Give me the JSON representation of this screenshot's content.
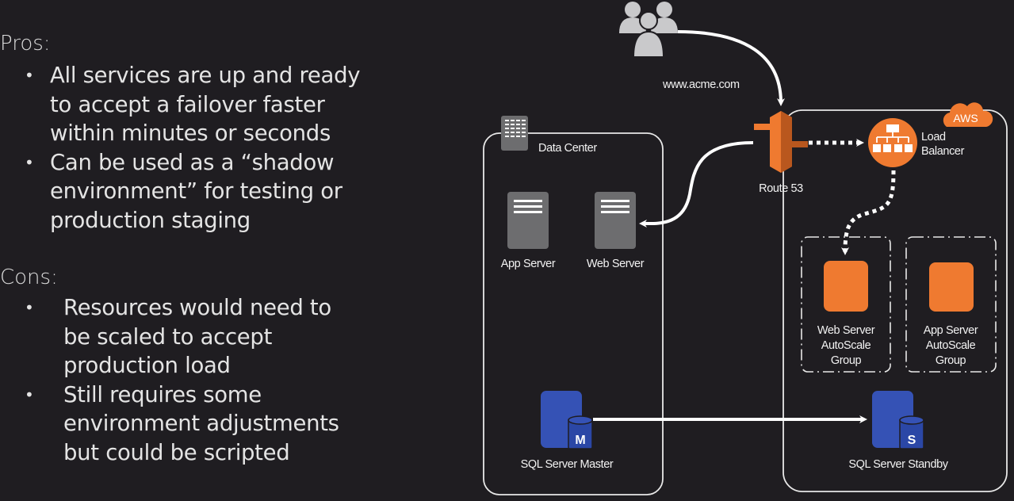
{
  "slide": {
    "pros": {
      "heading": "Pros:",
      "items": [
        {
          "lines": [
            "All services are up and ready",
            "to accept a failover faster",
            "within minutes or seconds"
          ]
        },
        {
          "lines": [
            "Can be used as a “shadow",
            "environment” for testing or",
            "production staging"
          ]
        }
      ]
    },
    "cons": {
      "heading": "Cons:",
      "items": [
        {
          "lines": [
            "Resources would need to",
            "be scaled to accept",
            "production load"
          ]
        },
        {
          "lines": [
            "Still requires some",
            "environment adjustments",
            "but could be scripted"
          ]
        }
      ]
    },
    "bullet_glyph": "•"
  },
  "diagram": {
    "users_label": "www.acme.com",
    "data_center": {
      "label": "Data Center",
      "app_server": "App Server",
      "web_server": "Web Server",
      "sql_master": "SQL Server Master",
      "sql_master_badge": "M"
    },
    "route53": "Route 53",
    "aws": {
      "badge": "AWS",
      "load_balancer": [
        "Load",
        "Balancer"
      ],
      "web_asg": [
        "Web Server",
        "AutoScale",
        "Group"
      ],
      "app_asg": [
        "App Server",
        "AutoScale",
        "Group"
      ],
      "sql_standby": "SQL Server Standby",
      "sql_standby_badge": "S"
    },
    "colors": {
      "aws_orange": "#ef7a30",
      "route53_dark": "#b9571e",
      "db_blue": "#3552b5",
      "server_gray": "#6d6d6f",
      "line_white": "#ffffff"
    }
  }
}
